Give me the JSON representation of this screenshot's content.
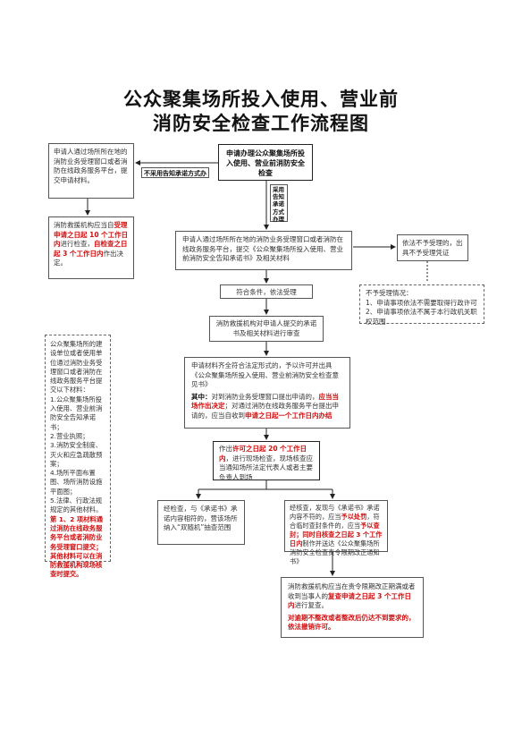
{
  "title": {
    "line1": "公众聚集场所投入使用、营业前",
    "line2": "消防安全检查工作流程图"
  },
  "labels": {
    "no_commit": "不采用告知承诺方式办",
    "commit": "采用告知承诺方式办理"
  },
  "boxes": {
    "start": "申请办理公众聚集场所投入使用、营业前消防安全检查",
    "online_apply": "申请人通过场所所在地的消防业务受理窗口或者消防在线政务服务平台，提交申请材料。",
    "decision_a": "消防救援机构应当自",
    "decision_b": "受理申请之日起 10 个工作日内",
    "decision_c": "进行检查，",
    "decision_d": "自检查之日起 3 个工作日内",
    "decision_e": "作出决定。",
    "commit_apply": "申请人通过场所所在地的消防业务受理窗口或者消防在线政务服务平台，提交《公众聚集场所投入使用、营业前消防安全告知承诺书》及相关材料",
    "reject_notice": "依法不予受理的，出具不予受理凭证",
    "reject_reasons_title": "不予受理情况：",
    "reject_reason_1": "1、申请事项依法不需要取得行政许可",
    "reject_reason_2": "2、申请事项依法不属于本行政机关职权范围",
    "accept": "符合条件，依法受理",
    "review": "消防救援机构对申请人提交的承诺书及相关材料进行审查",
    "materials_a": "申请材料齐全符合法定形式的，予以许可并出具《公众聚集场所投入使用、营业前消防安全检查意见书》",
    "materials_b": "其中：",
    "materials_c": "对到消防业务受理窗口提出申请的，",
    "materials_d": "应当当场作出决定",
    "materials_e": "；对通过消防在线政务服务平台提出申请的，应当自收到",
    "materials_f": "申请之日起一个工作日内办结",
    "inspect_a": "作出",
    "inspect_b": "许可之日起 20 个工作日内",
    "inspect_c": "，进行现场检查，现场核查应当通知场所法定代表人或者主要负责人到场",
    "pass": "经检查，与《承诺书》承诺内容相符的，营该场所纳入“双随机”抽查范围",
    "fail_a": "经核查，发现与《承诺书》承诺内容不符的，应当",
    "fail_b": "予以处罚",
    "fail_c": "，符合临时查封条件的，应当",
    "fail_d": "予以查封；同时自核查之日起 3 个工作日内",
    "fail_e": "制作并送达《公众聚集场所消防安全检查责令限期改正通知书》",
    "rectify_a": "消防救援机构应当在责令限期改正期满或者收到当事人的",
    "rectify_b": "复查申请之日起 3 个工作日内",
    "rectify_c": "进行复查。",
    "rectify_d": "对逾期不整改或者整改后仍达不到要求的，依法撤销许可。",
    "materials_list_title": "公众聚集场所的建设单位或者使用单位通过消防业务受理窗口或者消防在线政务服务平台提交以下材料：",
    "materials_list_1": "1.公众聚集场所投入使用、营业前消防安全告知承诺书；",
    "materials_list_2": "2.营业执照；",
    "materials_list_3": "3.消防安全制度、灭火和应急疏散预案；",
    "materials_list_4": "4.场所平面布置图、场所消防设施平面图；",
    "materials_list_5": "5.法律、行政法规规定的其他材料。",
    "materials_list_note": "第 1、2 项材料通过消防在线政务服务平台或者消防业务受理窗口提交；其他材料可以在消防救援机构现场核查时提交。"
  }
}
